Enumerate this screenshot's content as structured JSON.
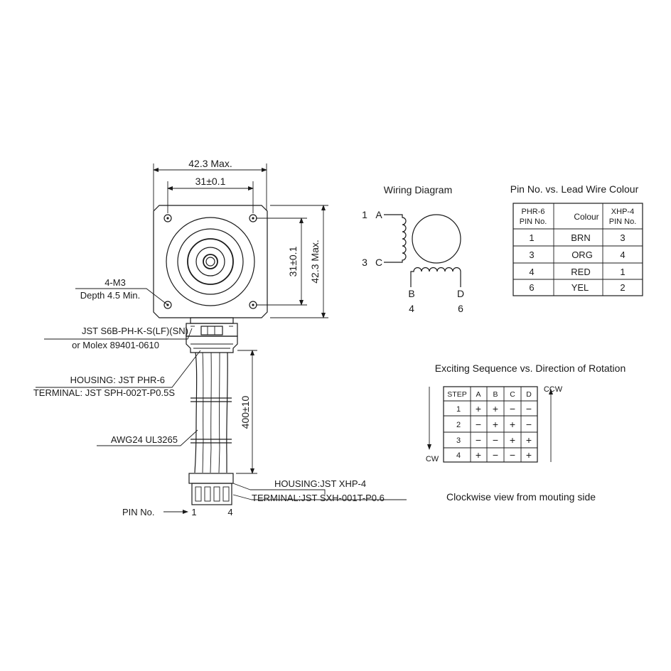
{
  "motor": {
    "width_max": "42.3 Max.",
    "hole_pitch": "31±0.1",
    "hole_pitch_vertical": "31±0.1",
    "height_max": "42.3 Max.",
    "screw_spec": "4-M3",
    "screw_depth": "Depth 4.5 Min.",
    "connector": "JST S6B-PH-K-S(LF)(SN)",
    "connector_alt": "or Molex 89401-0610",
    "housing_1": "HOUSING: JST PHR-6",
    "terminal_1": "TERMINAL: JST SPH-002T-P0.5S",
    "lead_length": "400±10",
    "wire_spec": "AWG24 UL3265",
    "housing_2": "HOUSING:JST XHP-4",
    "terminal_2": "TERMINAL:JST SXH-001T-P0.6",
    "pin_no_label": "PIN No.",
    "pin_first": "1",
    "pin_last": "4"
  },
  "wiring": {
    "title": "Wiring Diagram",
    "a_num": "1",
    "a_letter": "A",
    "c_num": "3",
    "c_letter": "C",
    "b_letter": "B",
    "b_num": "4",
    "d_letter": "D",
    "d_num": "6"
  },
  "colour_table": {
    "title": "Pin No. vs. Lead Wire Colour",
    "header": {
      "phr_line1": "PHR-6",
      "phr_line2": "PIN No.",
      "colour": "Colour",
      "xhp_line1": "XHP-4",
      "xhp_line2": "PIN No."
    },
    "rows": [
      {
        "phr": "1",
        "colour": "BRN",
        "xhp": "3"
      },
      {
        "phr": "3",
        "colour": "ORG",
        "xhp": "4"
      },
      {
        "phr": "4",
        "colour": "RED",
        "xhp": "1"
      },
      {
        "phr": "6",
        "colour": "YEL",
        "xhp": "2"
      }
    ]
  },
  "sequence": {
    "title": "Exciting Sequence vs. Direction of Rotation",
    "ccw": "CCW",
    "cw": "CW",
    "headers": [
      "STEP",
      "A",
      "B",
      "C",
      "D"
    ],
    "rows": [
      [
        "1",
        "+",
        "+",
        "−",
        "−"
      ],
      [
        "2",
        "−",
        "+",
        "+",
        "−"
      ],
      [
        "3",
        "−",
        "−",
        "+",
        "+"
      ],
      [
        "4",
        "+",
        "−",
        "−",
        "+"
      ]
    ],
    "note": "Clockwise view from mouting side"
  }
}
